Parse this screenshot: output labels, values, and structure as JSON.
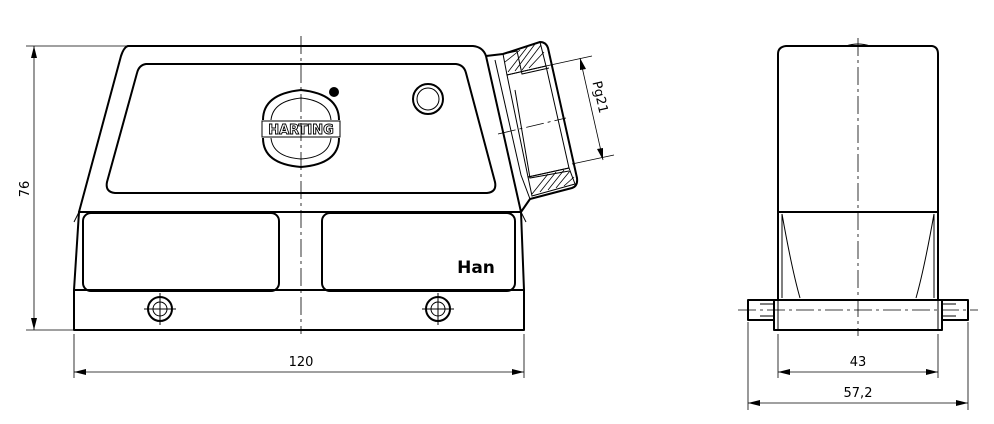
{
  "brand": {
    "name": "HARTING",
    "model": "Han"
  },
  "dimensions": {
    "height": "76",
    "width": "120",
    "thread": "Pg21",
    "side_inner": "43",
    "side_outer": "57,2"
  }
}
